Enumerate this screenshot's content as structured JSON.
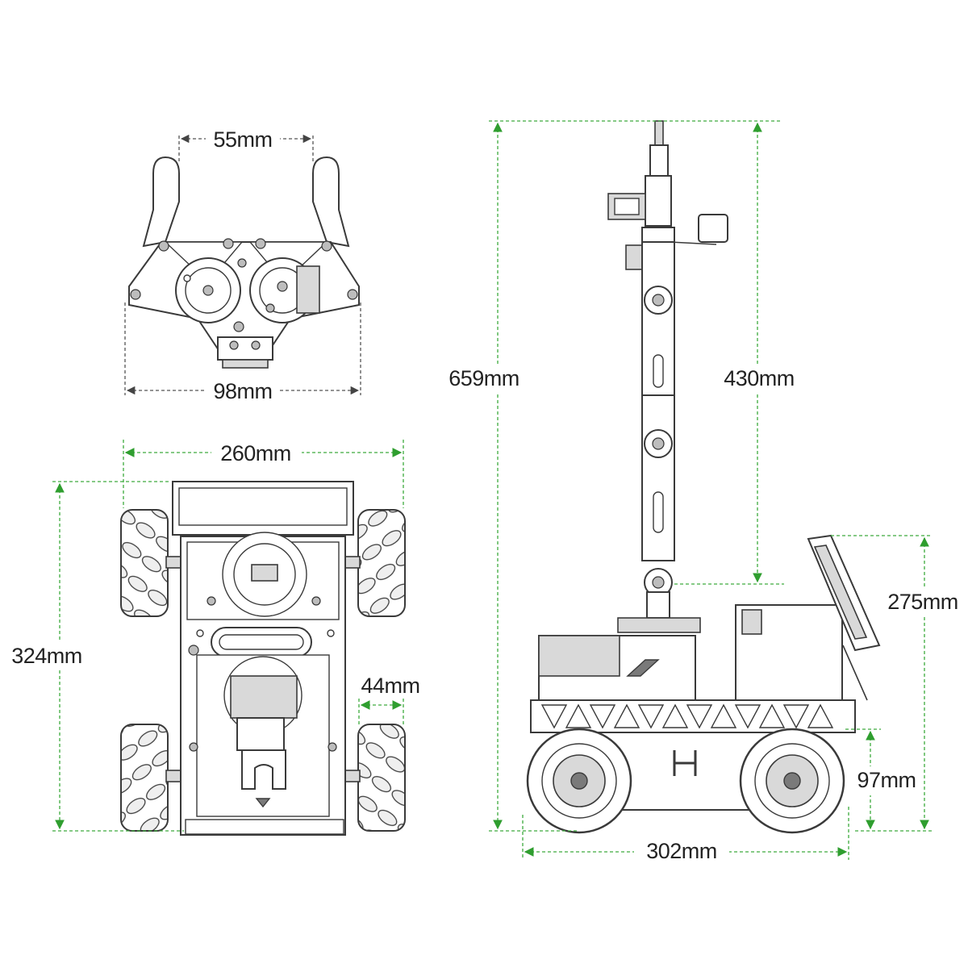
{
  "dimensions": {
    "gripper_open_width": "55mm",
    "gripper_total_width": "98mm",
    "chassis_width": "260mm",
    "chassis_length": "324mm",
    "wheel_width": "44mm",
    "total_height": "659mm",
    "arm_height": "430mm",
    "screen_height": "275mm",
    "wheel_height": "97mm",
    "side_length": "302mm"
  },
  "colors": {
    "dimension_line": "#3daa3d",
    "gripper_dimension_line": "#555555",
    "outline": "#3a3a3a"
  }
}
